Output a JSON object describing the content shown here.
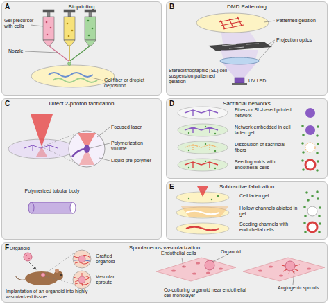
{
  "diagram": {
    "nodes": [
      {
        "text": [
          "A",
          "Bioprinting"
        ]
      },
      {
        "text": [
          "B",
          "DMD Patterning"
        ]
      },
      {
        "text": [
          "C",
          "Direct 2-photon fabrication"
        ]
      },
      {
        "text": [
          "D",
          "Sacrificial networks"
        ]
      },
      {
        "text": [
          "E",
          "Subtractive fabrication"
        ]
      },
      {
        "text": [
          "F",
          "Spontaneous vascularization"
        ]
      }
    ],
    "labels": [
      "Gel precursor with cells",
      "Nozzle",
      "Gel fiber or droplet deposition",
      "Patterned gelation",
      "Projection optics",
      "UV LED",
      "Stereolithographic (SL) cell suspension patterned gelation",
      "Focused laser",
      "Polymerization volume",
      "Liquid pre-polymer",
      "Polymerized tubular body",
      "Fiber- or SL-based printed network",
      "Network embedded in cell laden gel",
      "Dissolution of sacrificial fibers",
      "Seeding voids with endothelial cells",
      "Cell laden gel",
      "Hollow channels ablated in gel",
      "Seeding channels with endothelial cells",
      "Organoid",
      "Grafted organoid",
      "Vascular sprouts",
      "Implantation of an organoid into highly vascularized tissue",
      "Endothelial cells",
      "Organoid",
      "Co-culturing organoid near endothelial cell monolayer",
      "Angiogenic sprouts"
    ]
  }
}
